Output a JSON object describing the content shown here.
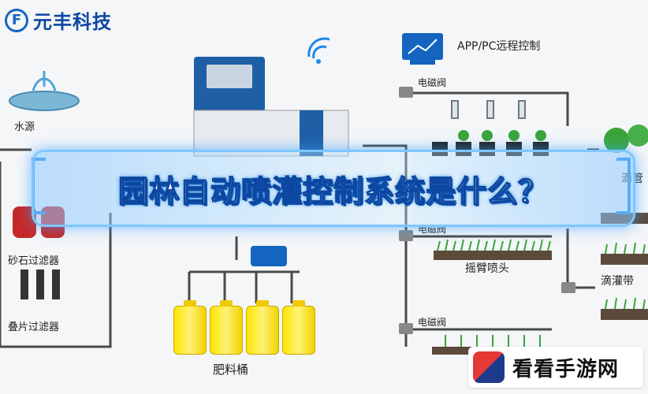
{
  "brand": {
    "logo_letter": "F",
    "name": "元丰科技"
  },
  "banner": {
    "title": "园林自动喷灌控制系统是什么？"
  },
  "labels": {
    "water_source": "水源",
    "sand_filter": "砂石过滤器",
    "disc_filter": "叠片过滤器",
    "fertilizer_bucket": "肥料桶",
    "remote_control": "APP/PC远程控制",
    "solenoid_valve_1": "电磁阀",
    "solenoid_valve_2": "电磁阀",
    "solenoid_valve_3": "电磁阀",
    "swing_sprinkler": "摇臂喷头",
    "drip_tape": "滴灌带",
    "drip_pipe_partial": "滴管"
  },
  "watermark": {
    "text": "看看手游网"
  },
  "colors": {
    "pipe": "#4a4a4a",
    "banner_border": "#7cc7ff",
    "title_stroke": "#0d47a1",
    "tank": "#ffe600",
    "plant": "#3aa53a"
  }
}
